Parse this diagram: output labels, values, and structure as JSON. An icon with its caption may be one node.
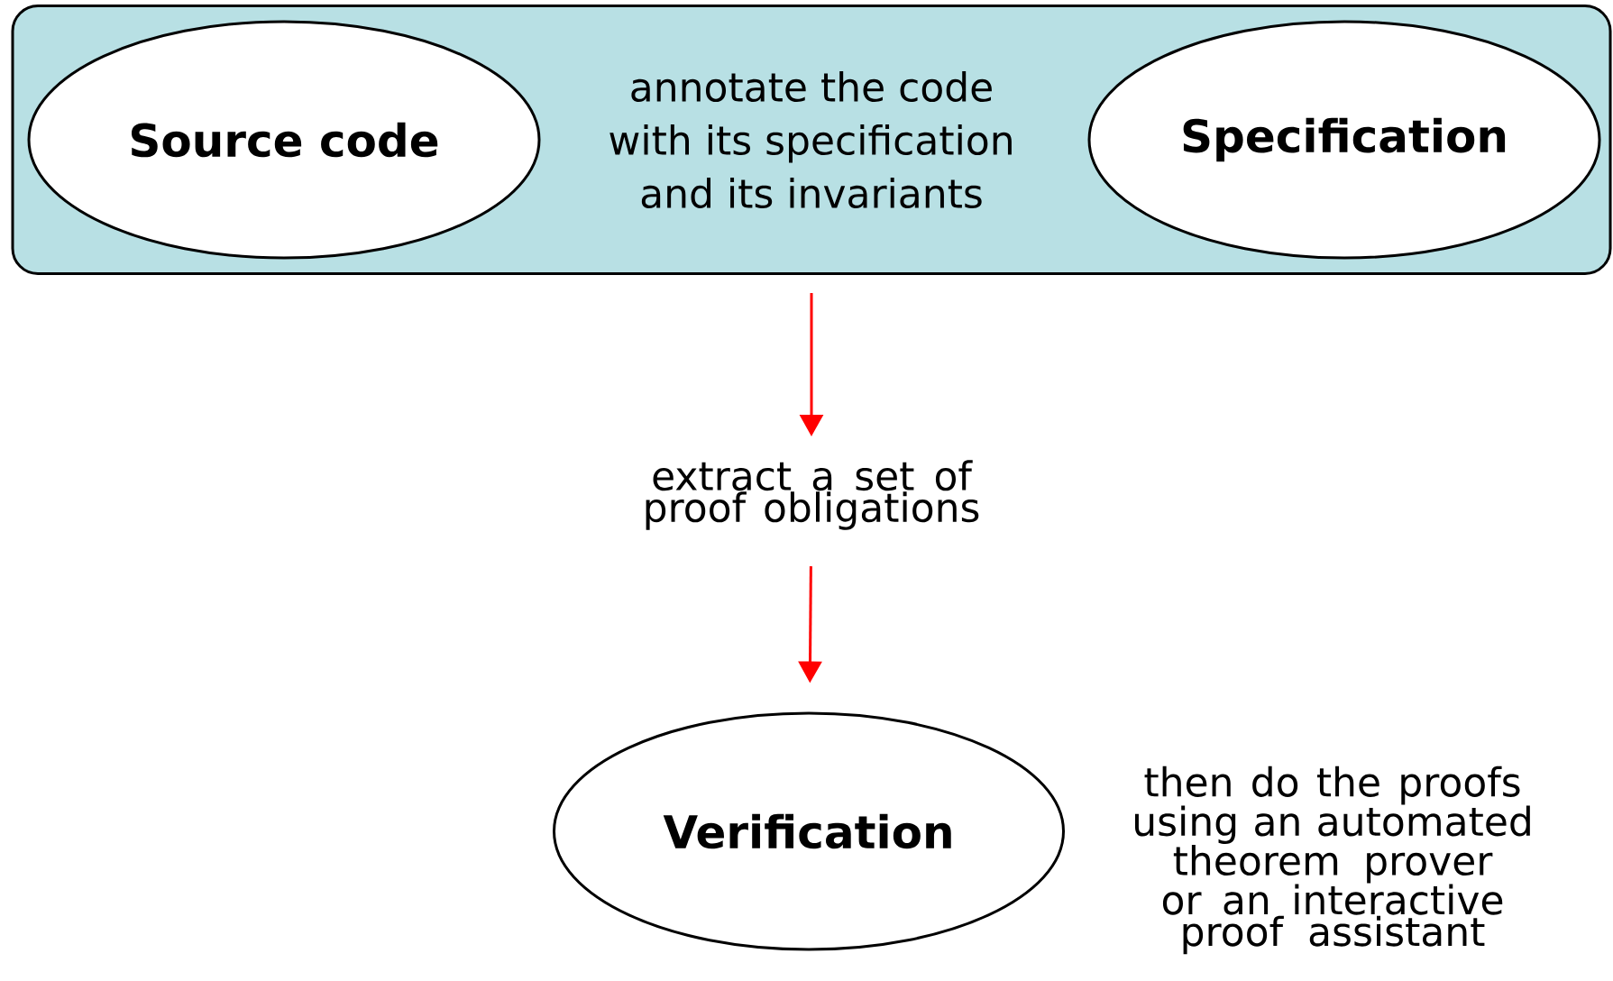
{
  "diagram": {
    "nodes": [
      {
        "text": [
          "annotate the code with its specification and its invariants"
        ]
      },
      {
        "text": [
          "Source code"
        ],
        "in": 0
      },
      {
        "text": [
          "Specification"
        ],
        "in": 0
      },
      {
        "text": [
          "extract a set of proof obligations"
        ]
      },
      {
        "text": [
          "Verification"
        ],
        "beside": [
          "then do the proofs using an automated theorem prover or an interactive proof assistant"
        ]
      }
    ],
    "edges": [
      {
        "from": 0,
        "to": 3,
        "arrow": "to",
        "color": "#ff0000"
      },
      {
        "from": 3,
        "to": 4,
        "arrow": "to",
        "color": "#ff0000"
      }
    ]
  }
}
